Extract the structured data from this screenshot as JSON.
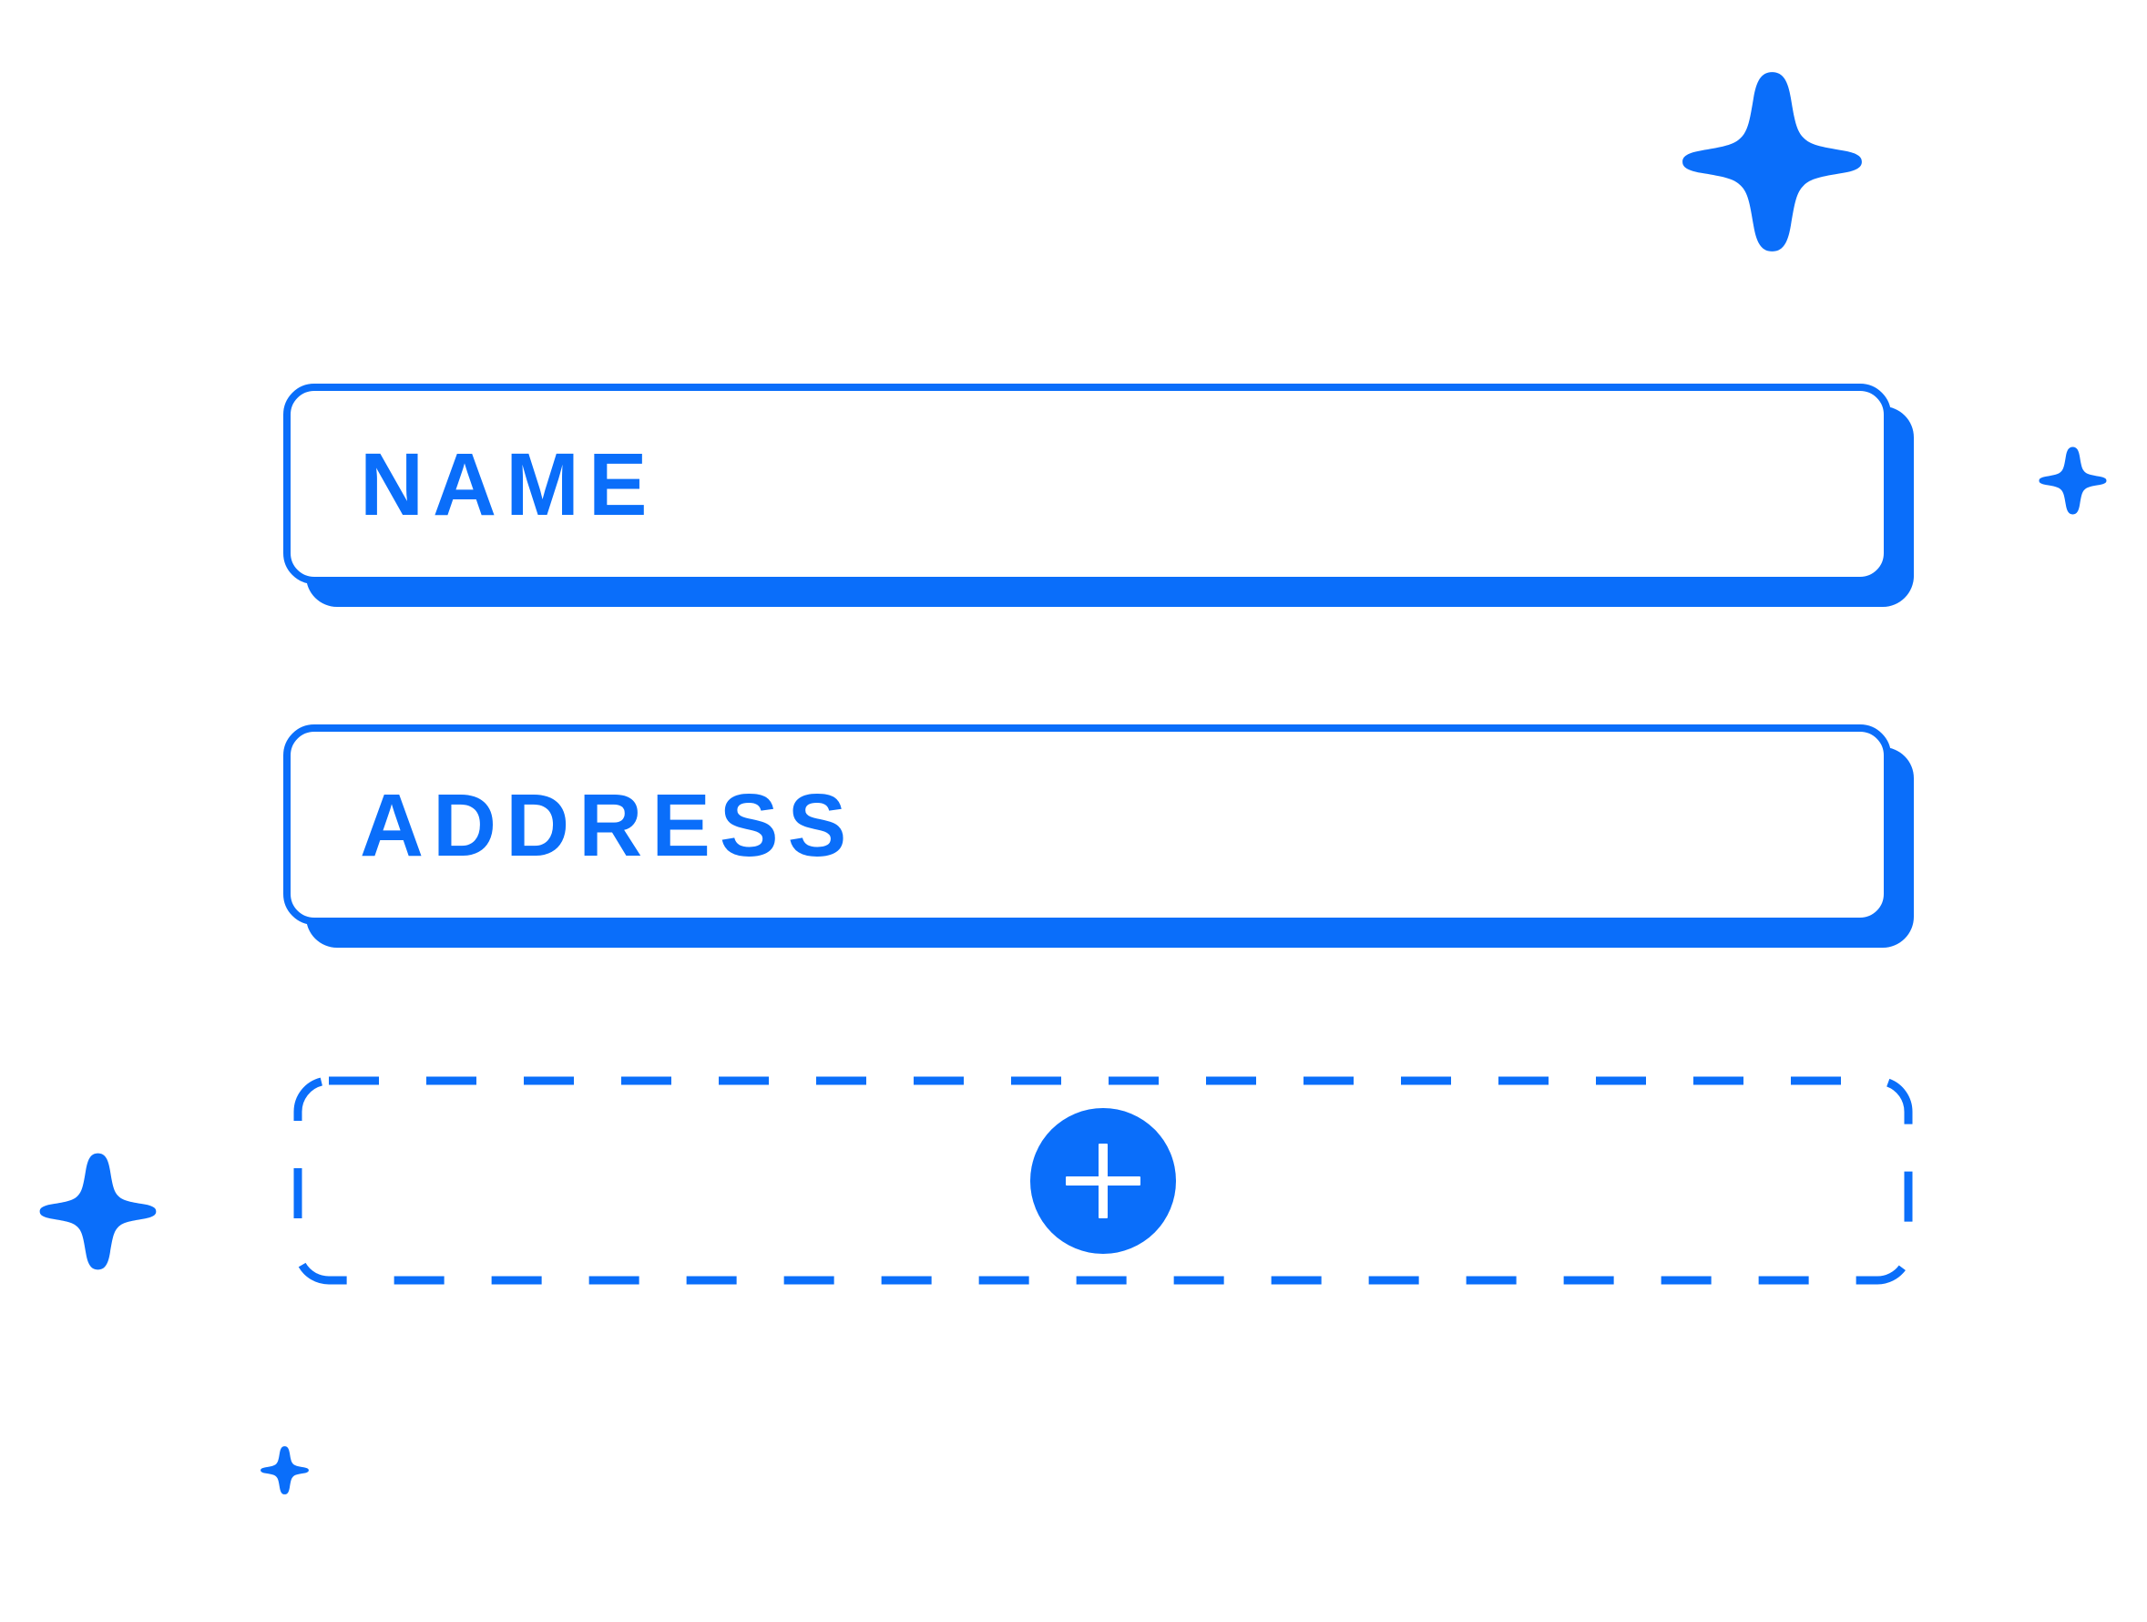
{
  "theme": {
    "accent_color": "#0a6efa",
    "background_color": "#ffffff",
    "icon_fill_color": "#ffffff"
  },
  "form": {
    "fields": [
      {
        "label": "NAME",
        "value": "",
        "placeholder": "",
        "name": "name"
      },
      {
        "label": "ADDRESS",
        "value": "",
        "placeholder": "",
        "name": "address"
      }
    ],
    "add_row": {
      "button_icon": "plus-icon",
      "button_label": "+"
    }
  },
  "decorations": {
    "sparkles": [
      {
        "name": "sparkle-top-right",
        "size": 205
      },
      {
        "name": "sparkle-right-small",
        "size": 77
      },
      {
        "name": "sparkle-left",
        "size": 133
      },
      {
        "name": "sparkle-bottom-left-small",
        "size": 55
      }
    ]
  }
}
